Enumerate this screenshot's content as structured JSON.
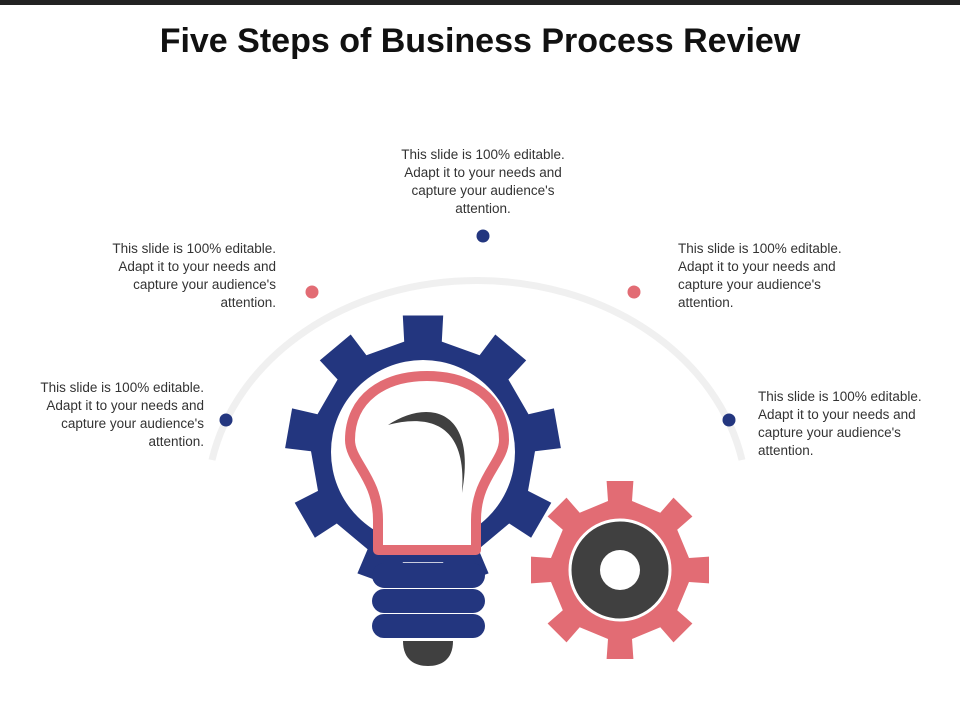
{
  "slide": {
    "title": "Five Steps of Business Process Review"
  },
  "steps": [
    {
      "text": "This slide is 100% editable. Adapt it to your needs and capture your audience's attention."
    },
    {
      "text": "This slide is 100% editable. Adapt it to your needs and capture your audience's attention."
    },
    {
      "text": "This slide is 100% editable. Adapt it to your needs and capture your audience's attention."
    },
    {
      "text": "This slide is 100% editable. Adapt it to your needs and capture your audience's attention."
    },
    {
      "text": "This slide is 100% editable. Adapt it to your needs and capture your audience's attention."
    }
  ],
  "colors": {
    "navy": "#23367f",
    "coral": "#e26c74",
    "dark_gray": "#404040",
    "arc_gray": "#f0f0f0"
  },
  "icons": {
    "large_gear": "gear-icon",
    "small_gear": "gear-icon",
    "bulb": "light-bulb-icon"
  }
}
